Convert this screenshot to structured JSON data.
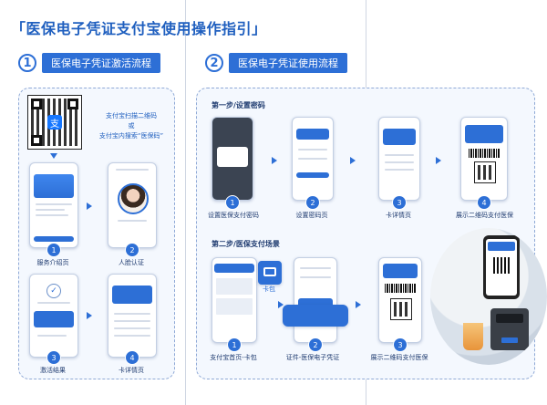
{
  "title": "「医保电子凭证支付宝使用操作指引」",
  "sections": [
    {
      "num": "1",
      "label": "医保电子凭证激活流程"
    },
    {
      "num": "2",
      "label": "医保电子凭证使用流程"
    }
  ],
  "activation": {
    "qr_note_1": "支付宝扫描二维码",
    "qr_note_or": "或",
    "qr_note_2": "支付宝内搜索“医保码”",
    "steps": [
      {
        "num": "1",
        "caption": "服务介绍页"
      },
      {
        "num": "2",
        "caption": "人脸认证"
      },
      {
        "num": "3",
        "caption": "激活结果"
      },
      {
        "num": "4",
        "caption": "卡详情页"
      }
    ]
  },
  "usage": {
    "step1_title": "第一步/设置密码",
    "step2_title": "第二步/医保支付场景",
    "row1": [
      {
        "num": "1",
        "caption": "设置医保支付密码"
      },
      {
        "num": "2",
        "caption": "设置密码页"
      },
      {
        "num": "3",
        "caption": "卡详情页"
      },
      {
        "num": "4",
        "caption": "展示二维码支付医保"
      }
    ],
    "row2": [
      {
        "num": "1",
        "caption": "支付宝首页-卡包"
      },
      {
        "num": "2",
        "caption": "证件-医保电子凭证"
      },
      {
        "num": "3",
        "caption": "展示二维码支付医保"
      }
    ],
    "wallet_label": "卡包"
  },
  "icons": {
    "alipay": "alipay-icon",
    "wallet": "wallet-icon",
    "check": "check-icon"
  },
  "colors": {
    "accent": "#2d6fd6",
    "title": "#1f5fbf",
    "panel": "#f4f8fe"
  }
}
